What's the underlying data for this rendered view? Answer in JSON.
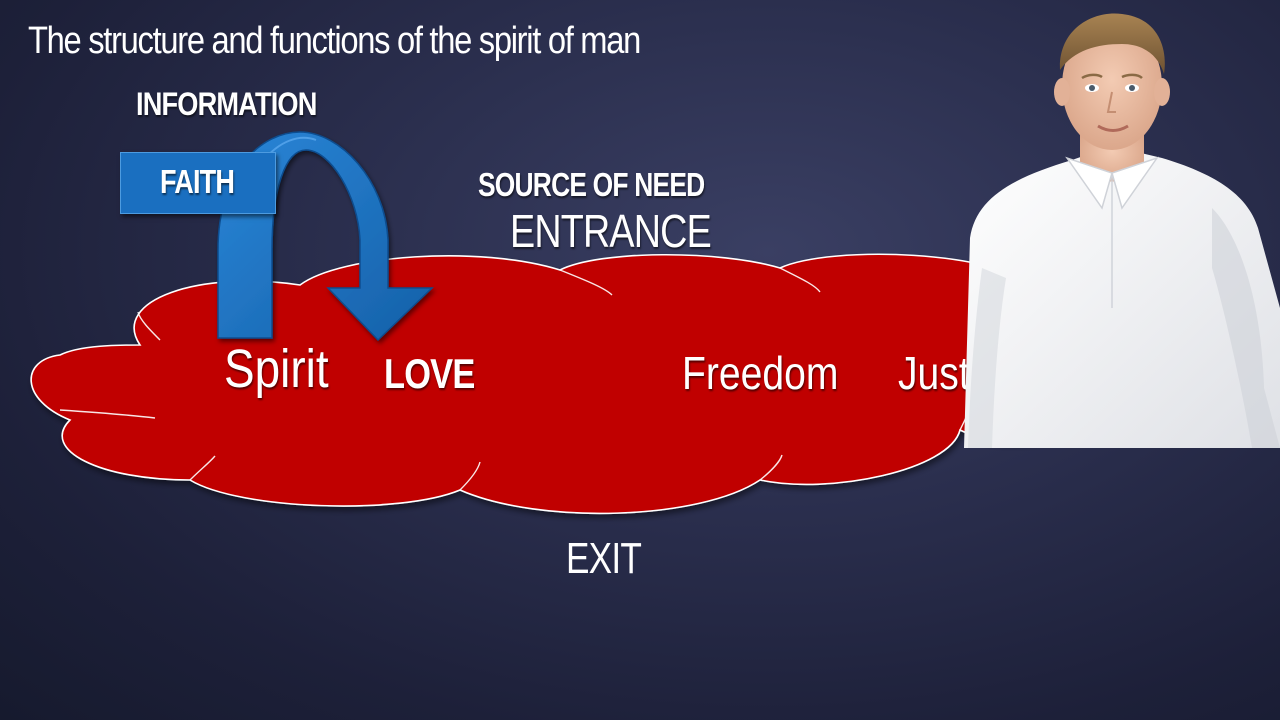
{
  "slide": {
    "title": "The structure and functions of the spirit of man"
  },
  "diagram": {
    "information_label": "INFORMATION",
    "faith_label": "FAITH",
    "source_label": "SOURCE OF NEED",
    "entrance_label": "ENTRANCE",
    "exit_label": "EXIT",
    "cloud_words": {
      "spirit": "Spirit",
      "love": "LOVE",
      "freedom": "Freedom",
      "justice": "Justice"
    }
  },
  "colors": {
    "background": "#232744",
    "cloud_fill": "#c00000",
    "arrow_fill": "#1a6fc0",
    "text": "#ffffff"
  },
  "presenter": {
    "icon": "presenter-photo"
  }
}
